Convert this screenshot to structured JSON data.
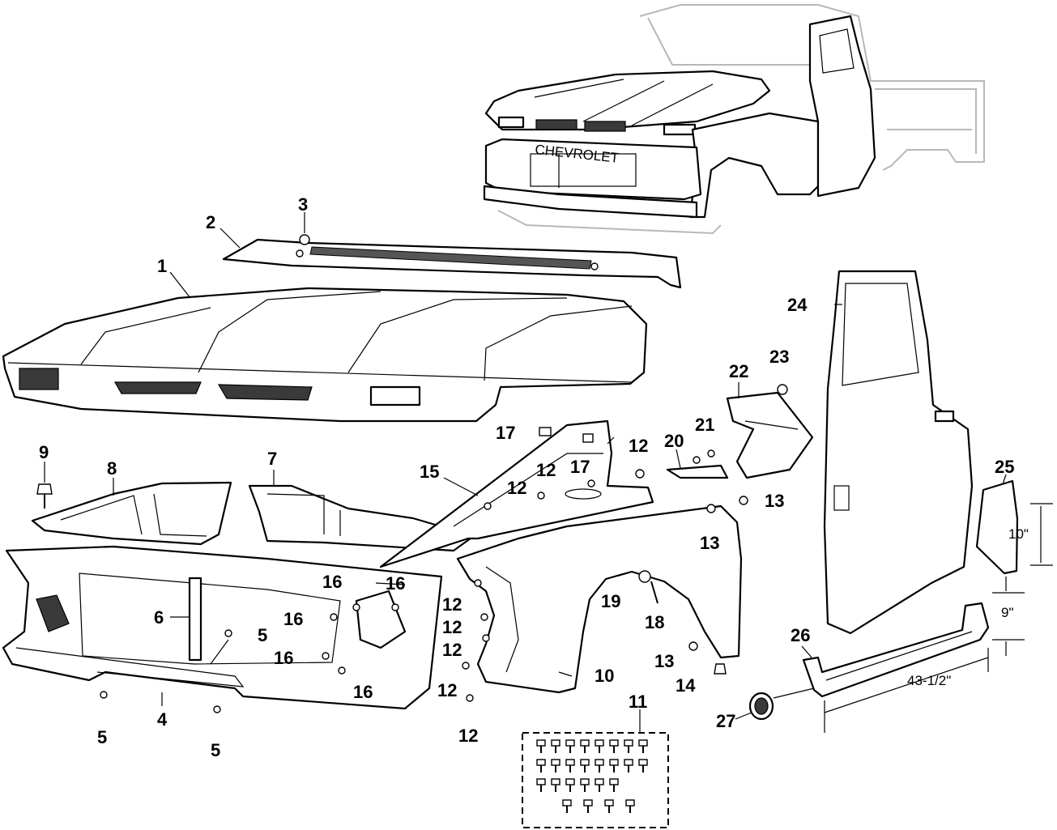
{
  "callouts": {
    "c1": "1",
    "c2": "2",
    "c3": "3",
    "c4": "4",
    "c5a": "5",
    "c5b": "5",
    "c5c": "5",
    "c6": "6",
    "c7": "7",
    "c8": "8",
    "c9": "9",
    "c10": "10",
    "c11": "11",
    "c12a": "12",
    "c12b": "12",
    "c12c": "12",
    "c12d": "12",
    "c12e": "12",
    "c12f": "12",
    "c12g": "12",
    "c12h": "12",
    "c13a": "13",
    "c13b": "13",
    "c13c": "13",
    "c14": "14",
    "c15": "15",
    "c16a": "16",
    "c16b": "16",
    "c16c": "16",
    "c16d": "16",
    "c16e": "16",
    "c17a": "17",
    "c17b": "17",
    "c18": "18",
    "c19": "19",
    "c20": "20",
    "c21": "21",
    "c22": "22",
    "c23": "23",
    "c24": "24",
    "c25": "25",
    "c26": "26",
    "c27": "27"
  },
  "dimensions": {
    "d10": "10\"",
    "d9": "9\"",
    "d43": "43-1/2\""
  },
  "diagram": {
    "grille_lettering": "CHEVROLET"
  }
}
